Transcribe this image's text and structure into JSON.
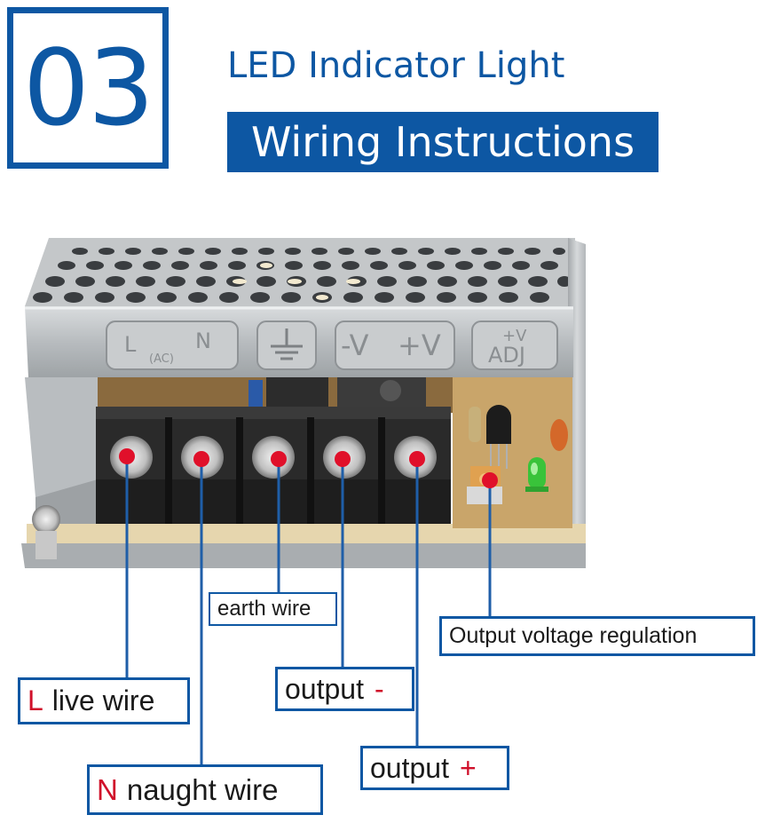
{
  "header": {
    "number": "03",
    "title": "LED Indicator Light",
    "subtitle": "Wiring Instructions"
  },
  "terminals": {
    "l_label": "L",
    "ac_label": "(AC)",
    "n_label": "N",
    "minus_v": "-V",
    "plus_v": "+V",
    "adj_top": "+V",
    "adj_bottom": "ADJ"
  },
  "callouts": {
    "earth": "earth wire",
    "voltage_reg": "Output voltage regulation",
    "live_prefix": "L",
    "live_text": "live wire",
    "out_neg_text": "output",
    "out_neg_sign": "-",
    "out_pos_text": "output",
    "out_pos_sign": "+",
    "naught_prefix": "N",
    "naught_text": "naught wire"
  },
  "colors": {
    "brand_blue": "#0d57a3",
    "marker_red": "#e0102a",
    "led_green": "#39c33a"
  }
}
